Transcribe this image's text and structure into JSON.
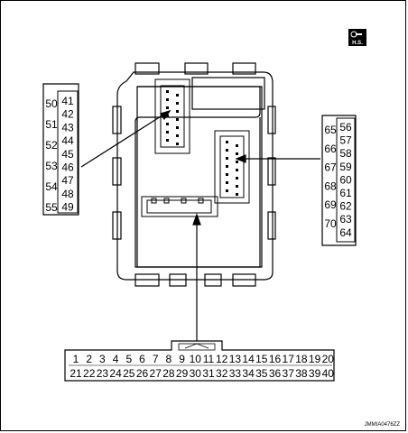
{
  "badge": {
    "label": "H.S."
  },
  "figure_code": "JMMIA0476ZZ",
  "connector_left": {
    "left_pins": [
      "50",
      "51",
      "52",
      "53",
      "54",
      "55"
    ],
    "right_pins": [
      "41",
      "42",
      "43",
      "44",
      "45",
      "46",
      "47",
      "48",
      "49"
    ]
  },
  "connector_right": {
    "left_pins": [
      "65",
      "66",
      "67",
      "68",
      "69",
      "70"
    ],
    "right_pins": [
      "56",
      "57",
      "58",
      "59",
      "60",
      "61",
      "62",
      "63",
      "64"
    ]
  },
  "connector_bottom": {
    "top_row": [
      "1",
      "2",
      "3",
      "4",
      "5",
      "6",
      "7",
      "8",
      "9",
      "10",
      "11",
      "12",
      "13",
      "14",
      "15",
      "16",
      "17",
      "18",
      "19",
      "20"
    ],
    "bottom_row": [
      "21",
      "22",
      "23",
      "24",
      "25",
      "26",
      "27",
      "28",
      "29",
      "30",
      "31",
      "32",
      "33",
      "34",
      "35",
      "36",
      "37",
      "38",
      "39",
      "40"
    ]
  }
}
